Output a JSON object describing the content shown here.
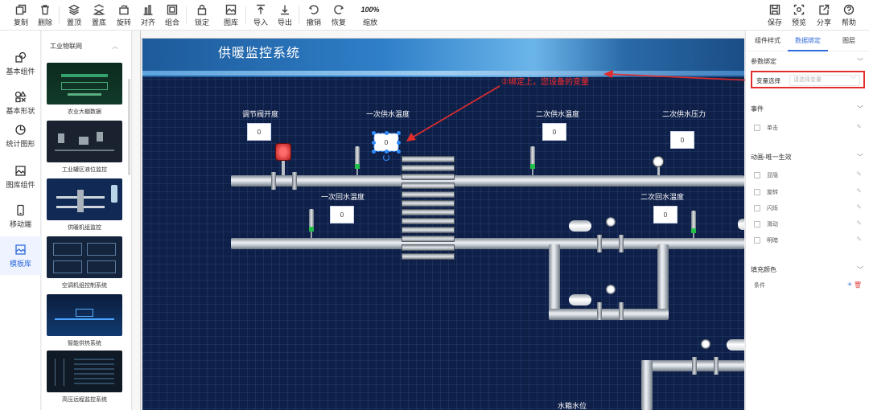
{
  "toolbar": {
    "copy": "复制",
    "delete": "删除",
    "top": "置顶",
    "bottom": "置底",
    "rotate": "旋转",
    "align": "对齐",
    "group": "组合",
    "lock": "锁定",
    "gallery": "图库",
    "import": "导入",
    "export": "导出",
    "undo": "撤销",
    "redo": "恢复",
    "zoom_value": "100%",
    "zoom_label": "缩放",
    "save": "保存",
    "preview": "预览",
    "share": "分享",
    "help": "帮助"
  },
  "leftnav": {
    "basic": "基本组件",
    "shapes": "基本形状",
    "stats": "统计图形",
    "library": "图库组件",
    "mobile": "移动端",
    "templates": "模板库"
  },
  "templates": {
    "group": "工业物联网",
    "items": [
      "农业大棚数据",
      "工业罐区液位监控",
      "供暖机组监控",
      "空调机组控制系统",
      "智能供热系统",
      "高压远程监控系统"
    ]
  },
  "canvas": {
    "title": "供暖监控系统",
    "annotation": "②绑定上，您设备的变量",
    "labels": {
      "valve": "调节阀开度",
      "primary_supply": "一次供水温度",
      "secondary_supply": "二次供水温度",
      "secondary_pressure": "二次供水压力",
      "primary_return": "一次回水温度",
      "secondary_return": "二次回水温度",
      "tank_level": "水箱水位"
    },
    "values": {
      "valve": "0",
      "primary_supply": "0",
      "secondary_supply": "0",
      "secondary_pressure": "0",
      "primary_return": "0",
      "secondary_return": "0"
    }
  },
  "rightpanel": {
    "tabs": [
      "组件样式",
      "数据绑定",
      "图层"
    ],
    "params_title": "参数绑定",
    "var_label": "变量选择",
    "var_placeholder": "请选择变量",
    "events_title": "事件",
    "event_click": "单击",
    "anim_title": "动画-唯一生效",
    "anim_items": [
      "显隐",
      "旋转",
      "闪烁",
      "滑动",
      "明暗"
    ],
    "fill_title": "填充颜色",
    "condition": "条件"
  }
}
